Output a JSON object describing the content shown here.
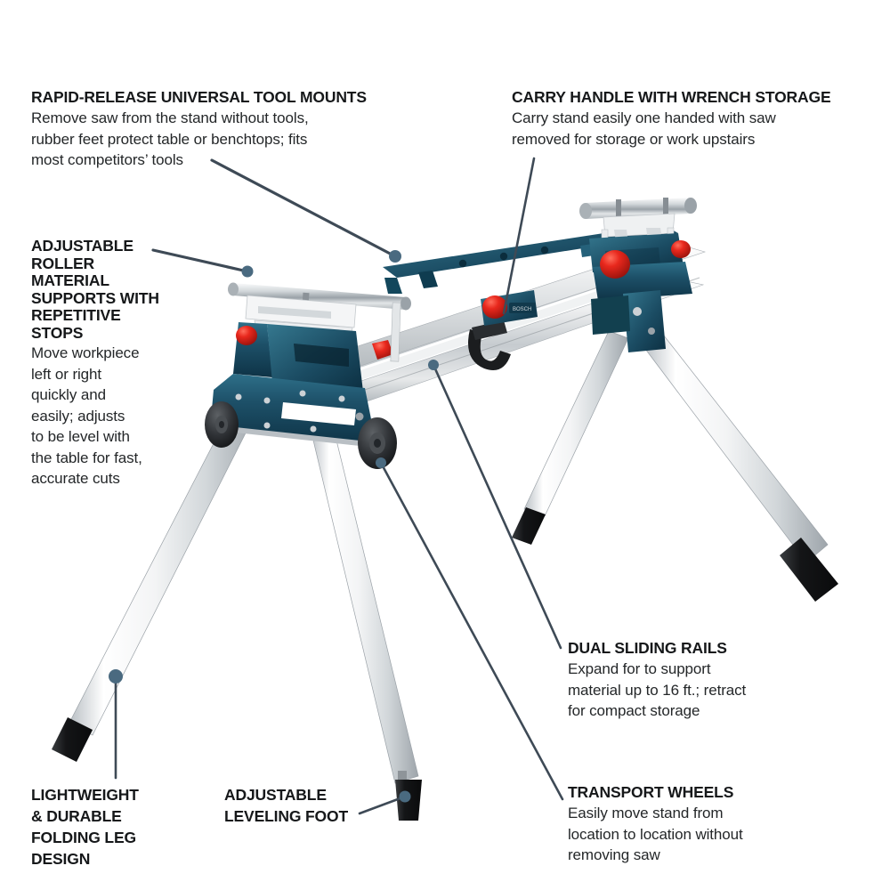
{
  "page": {
    "background_color": "#ffffff",
    "subject": "miter saw stand product feature diagram",
    "leader_line_color": "#3e4a56",
    "leader_dot_color": "#4a6a80"
  },
  "palette": {
    "bosch_blue_dark": "#123a4c",
    "bosch_blue": "#1d5068",
    "bosch_blue_light": "#2a6986",
    "knob_red": "#e0241d",
    "knob_red_dark": "#a5150f",
    "aluminum_light": "#f2f3f4",
    "aluminum_mid": "#c9ced2",
    "aluminum_dark": "#9aa1a7",
    "chrome": "#d9dde0",
    "rubber_black": "#1a1a1c",
    "text_heading": "#16181a",
    "text_body": "#242729"
  },
  "callouts": [
    {
      "id": "tool-mounts",
      "title": "RAPID-RELEASE UNIVERSAL TOOL MOUNTS",
      "body": "Remove saw from the stand without tools,\nrubber feet protect table or benchtops; fits\nmost competitors’ tools"
    },
    {
      "id": "carry-handle",
      "title": "CARRY HANDLE WITH WRENCH STORAGE",
      "body": "Carry stand easily one handed with saw\nremoved for storage or work upstairs"
    },
    {
      "id": "roller-supports",
      "title": "ADJUSTABLE\nROLLER\nMATERIAL\nSUPPORTS WITH\nREPETITIVE\nSTOPS",
      "body": "Move workpiece\nleft or right\nquickly and\neasily; adjusts\nto be level with\nthe table for fast,\naccurate cuts"
    },
    {
      "id": "dual-sliding-rails",
      "title": "DUAL SLIDING RAILS",
      "body": "Expand for to support\nmaterial up to 16 ft.; retract\nfor compact storage"
    },
    {
      "id": "transport-wheels",
      "title": "TRANSPORT WHEELS",
      "body": "Easily move stand from\nlocation to location without\nremoving saw"
    },
    {
      "id": "lightweight-legs",
      "title": "LIGHTWEIGHT\n& DURABLE\nFOLDING LEG\nDESIGN",
      "body": ""
    },
    {
      "id": "leveling-foot",
      "title": "ADJUSTABLE\nLEVELING FOOT",
      "body": ""
    }
  ]
}
